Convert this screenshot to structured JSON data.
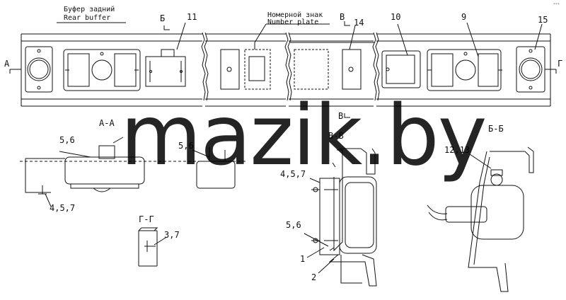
{
  "watermark": "mazik.by",
  "corner_code": "***",
  "captions": {
    "rear_buffer_ru": "Буфер задний",
    "rear_buffer_en": "Rear buffer",
    "number_plate_ru": "Номерной знак",
    "number_plate_en": "Number plate"
  },
  "section_marks": {
    "a_left": "А",
    "b_top": "Б",
    "v_top": "В",
    "v_bottom": "В",
    "g_right": "Г"
  },
  "section_titles": {
    "aa": "А-А",
    "vv": "В-В",
    "bb": "Б-Б",
    "gg": "Г-Г"
  },
  "callouts": {
    "c11": "11",
    "c14": "14",
    "c10": "10",
    "c9": "9",
    "c15": "15",
    "aa_56": "5,6",
    "aa_457": "4,5,7",
    "mid_56": "5,6",
    "vv_457": "4,5,7",
    "vv_56": "5,6",
    "vv_1": "1",
    "vv_2": "2",
    "gg_37": "3,7",
    "bb_1213": "12,13"
  }
}
